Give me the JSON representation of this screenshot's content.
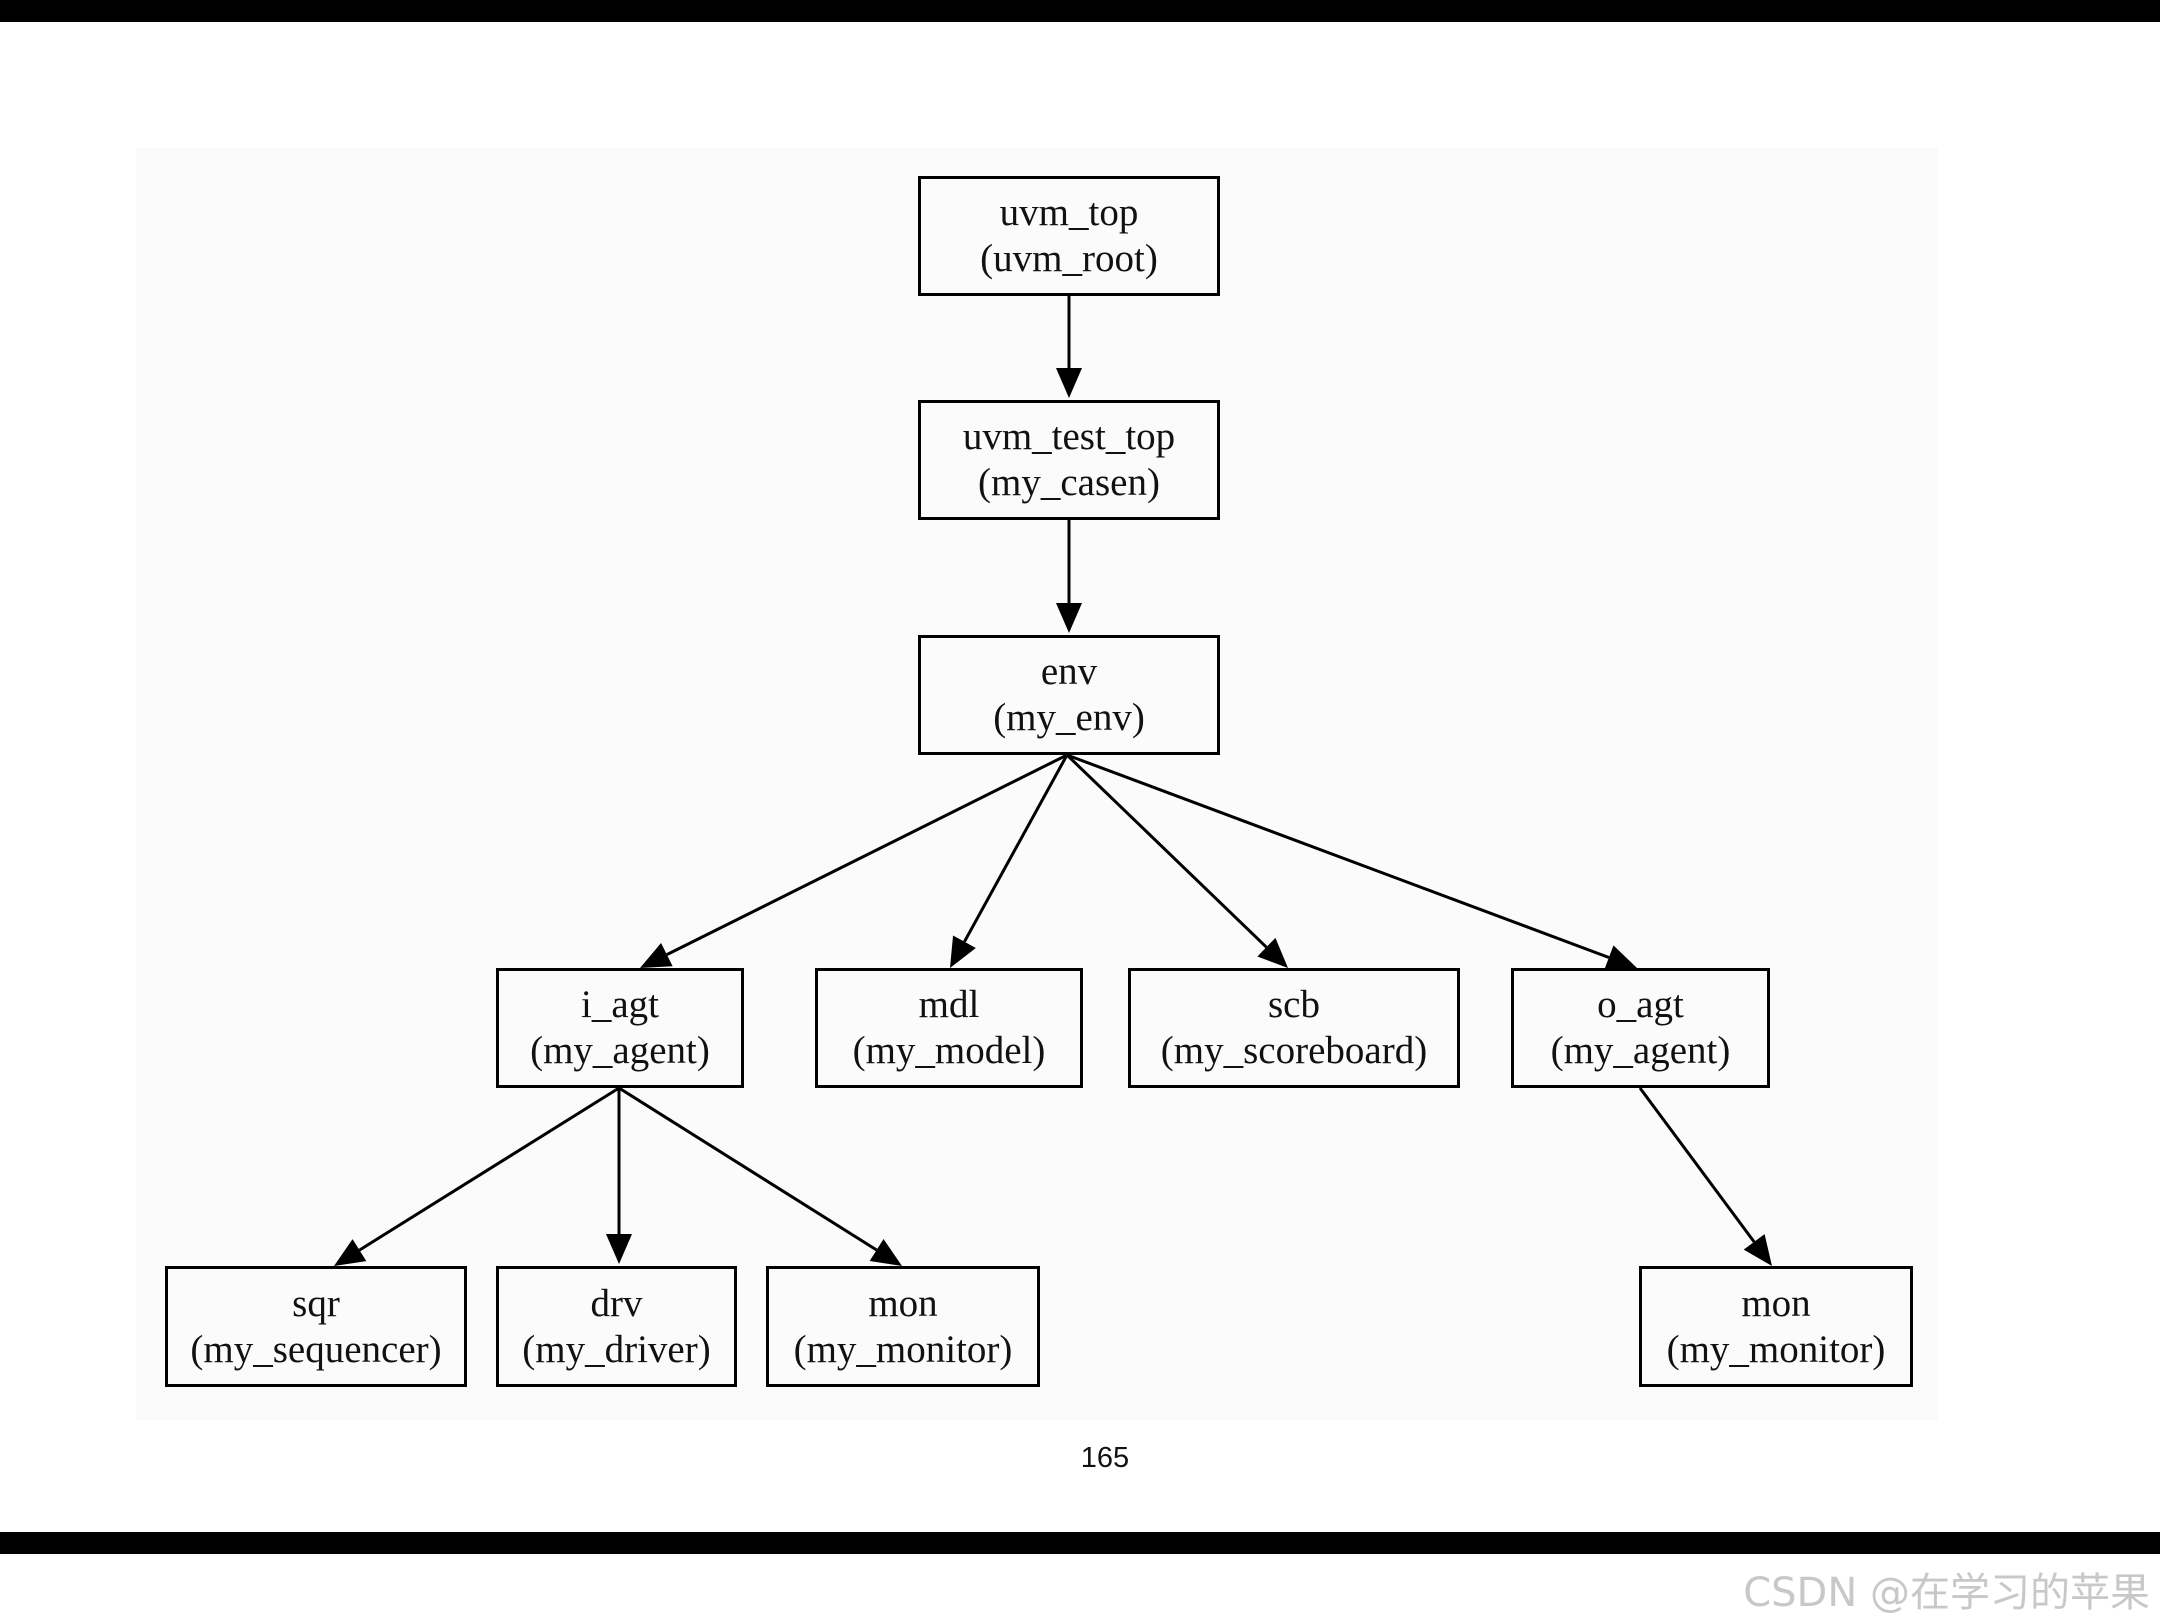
{
  "diagram": {
    "nodes": [
      {
        "id": "uvm_top",
        "name": "uvm_top",
        "type": "(uvm_root)"
      },
      {
        "id": "uvm_test_top",
        "name": "uvm_test_top",
        "type": "(my_casen)"
      },
      {
        "id": "env",
        "name": "env",
        "type": "(my_env)"
      },
      {
        "id": "i_agt",
        "name": "i_agt",
        "type": "(my_agent)"
      },
      {
        "id": "mdl",
        "name": "mdl",
        "type": "(my_model)"
      },
      {
        "id": "scb",
        "name": "scb",
        "type": "(my_scoreboard)"
      },
      {
        "id": "o_agt",
        "name": "o_agt",
        "type": "(my_agent)"
      },
      {
        "id": "sqr",
        "name": "sqr",
        "type": "(my_sequencer)"
      },
      {
        "id": "drv",
        "name": "drv",
        "type": "(my_driver)"
      },
      {
        "id": "mon_i",
        "name": "mon",
        "type": "(my_monitor)"
      },
      {
        "id": "mon_o",
        "name": "mon",
        "type": "(my_monitor)"
      }
    ],
    "edges": [
      {
        "from": "uvm_top",
        "to": "uvm_test_top"
      },
      {
        "from": "uvm_test_top",
        "to": "env"
      },
      {
        "from": "env",
        "to": "i_agt"
      },
      {
        "from": "env",
        "to": "mdl"
      },
      {
        "from": "env",
        "to": "scb"
      },
      {
        "from": "env",
        "to": "o_agt"
      },
      {
        "from": "i_agt",
        "to": "sqr"
      },
      {
        "from": "i_agt",
        "to": "drv"
      },
      {
        "from": "i_agt",
        "to": "mon_i"
      },
      {
        "from": "o_agt",
        "to": "mon_o"
      }
    ]
  },
  "page_number": "165",
  "watermark": "CSDN @在学习的苹果"
}
